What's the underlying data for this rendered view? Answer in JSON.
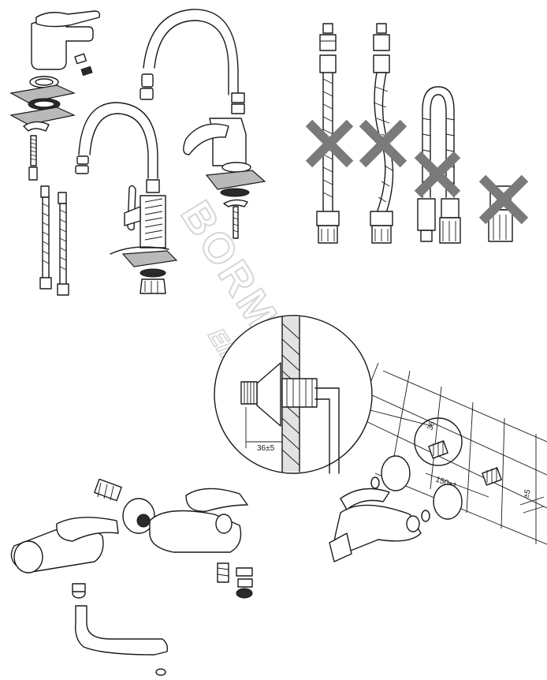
{
  "watermark": {
    "brand": "BORMANN",
    "sub": "Elite"
  },
  "dimensions": {
    "inset_offset": "36±5",
    "fitting_offset": "36",
    "spacing": "150±1",
    "tolerance": "±5"
  },
  "colors": {
    "line": "#1a1a1a",
    "x_mark": "#7a7a7a",
    "gasket": "#b9b9b9",
    "watermark": "#d6d6d6"
  },
  "icons": [
    "x-mark-icon",
    "x-mark-icon",
    "x-mark-icon",
    "x-mark-icon"
  ]
}
